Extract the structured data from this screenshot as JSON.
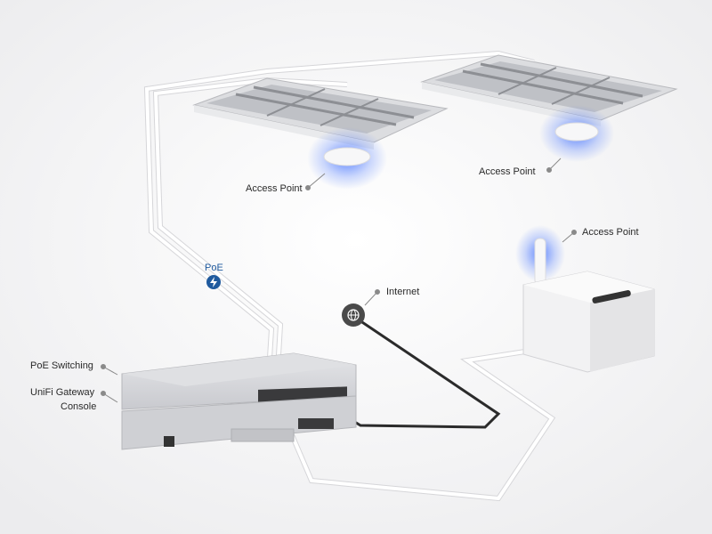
{
  "labels": {
    "access_point_1": "Access Point",
    "access_point_2": "Access Point",
    "access_point_3": "Access Point",
    "internet": "Internet",
    "poe": "PoE",
    "poe_switching": "PoE Switching",
    "gateway_line1": "UniFi Gateway",
    "gateway_line2": "Console"
  },
  "colors": {
    "ap_glow": "#3b6cff",
    "poe_badge": "#1f5a9e",
    "internet_badge": "#4a4a4a",
    "cable_dark": "#2b2b2b"
  }
}
